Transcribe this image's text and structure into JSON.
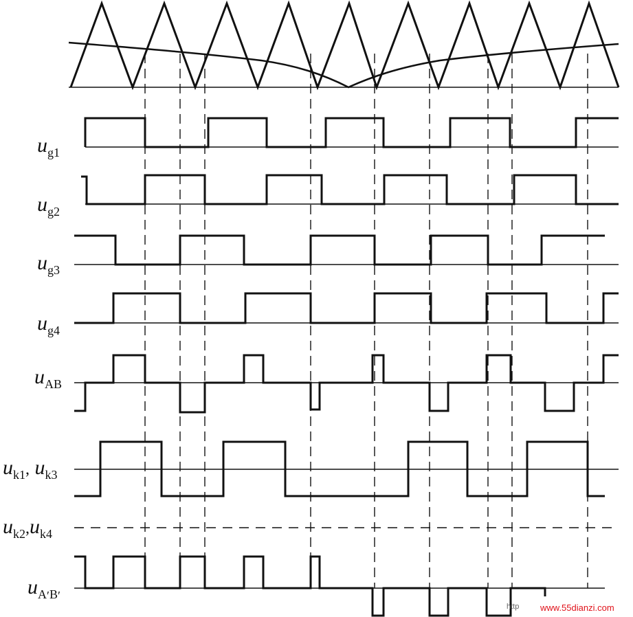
{
  "labels": {
    "ug1": {
      "main": "u",
      "sub": "g1"
    },
    "ug2": {
      "main": "u",
      "sub": "g2"
    },
    "ug3": {
      "main": "u",
      "sub": "g3"
    },
    "ug4": {
      "main": "u",
      "sub": "g4"
    },
    "uAB": {
      "main": "u",
      "sub": "AB"
    },
    "uk13": {
      "main1": "u",
      "sub1": "k1",
      "sep": ",",
      "main2": "u",
      "sub2": "k3"
    },
    "uk24": {
      "main1": "u",
      "sub1": "k2",
      "sep": ",",
      "main2": "u",
      "sub2": "k4"
    },
    "uApBp": {
      "main": "u",
      "subA": "A",
      "subB": "B",
      "prime": "′"
    }
  },
  "watermark": {
    "prefix": "http",
    "text": "www.55dianzi.com",
    "color": "#e0121a"
  },
  "colors": {
    "ink": "#111111",
    "background": "#ffffff"
  }
}
